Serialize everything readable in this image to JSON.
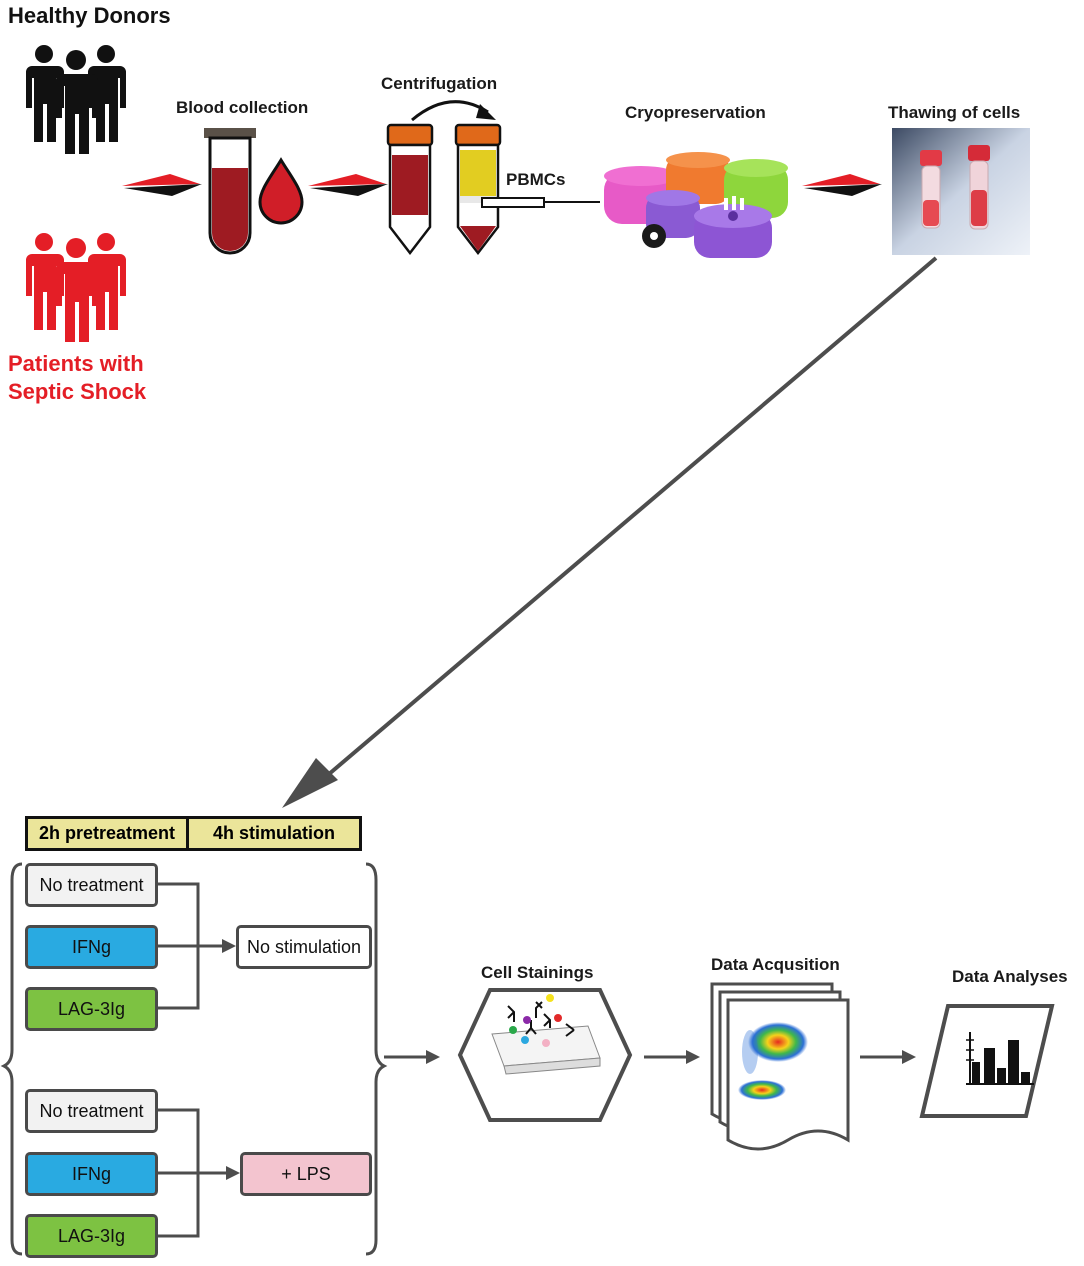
{
  "groups": {
    "healthy": {
      "label": "Healthy Donors",
      "color": "#111111"
    },
    "patients": {
      "line1": "Patients with",
      "line2": "Septic Shock",
      "color": "#e41e26"
    }
  },
  "steps": {
    "blood_collection": "Blood collection",
    "centrifugation": "Centrifugation",
    "pbmcs": "PBMCs",
    "cryopreservation": "Cryopreservation",
    "thawing": "Thawing of cells"
  },
  "phases": {
    "pretreatment": "2h pretreatment",
    "stimulation": "4h stimulation"
  },
  "treatments": {
    "set1": [
      "No treatment",
      "IFNg",
      "LAG-3Ig"
    ],
    "set2": [
      "No treatment",
      "IFNg",
      "LAG-3Ig"
    ],
    "stimulation1": "No stimulation",
    "stimulation2": "+ LPS"
  },
  "analysis": {
    "stainings": "Cell Stainings",
    "acquisition": "Data Acqusition",
    "analyses": "Data Analyses"
  },
  "colors": {
    "no_treatment": "#f2f2f2",
    "ifng": "#29aae1",
    "lag3": "#7dc242",
    "lps": "#f3c4cf",
    "phase_bar": "#ebe59a",
    "arrow_red": "#e41e26",
    "blood": "#9e1b22"
  }
}
